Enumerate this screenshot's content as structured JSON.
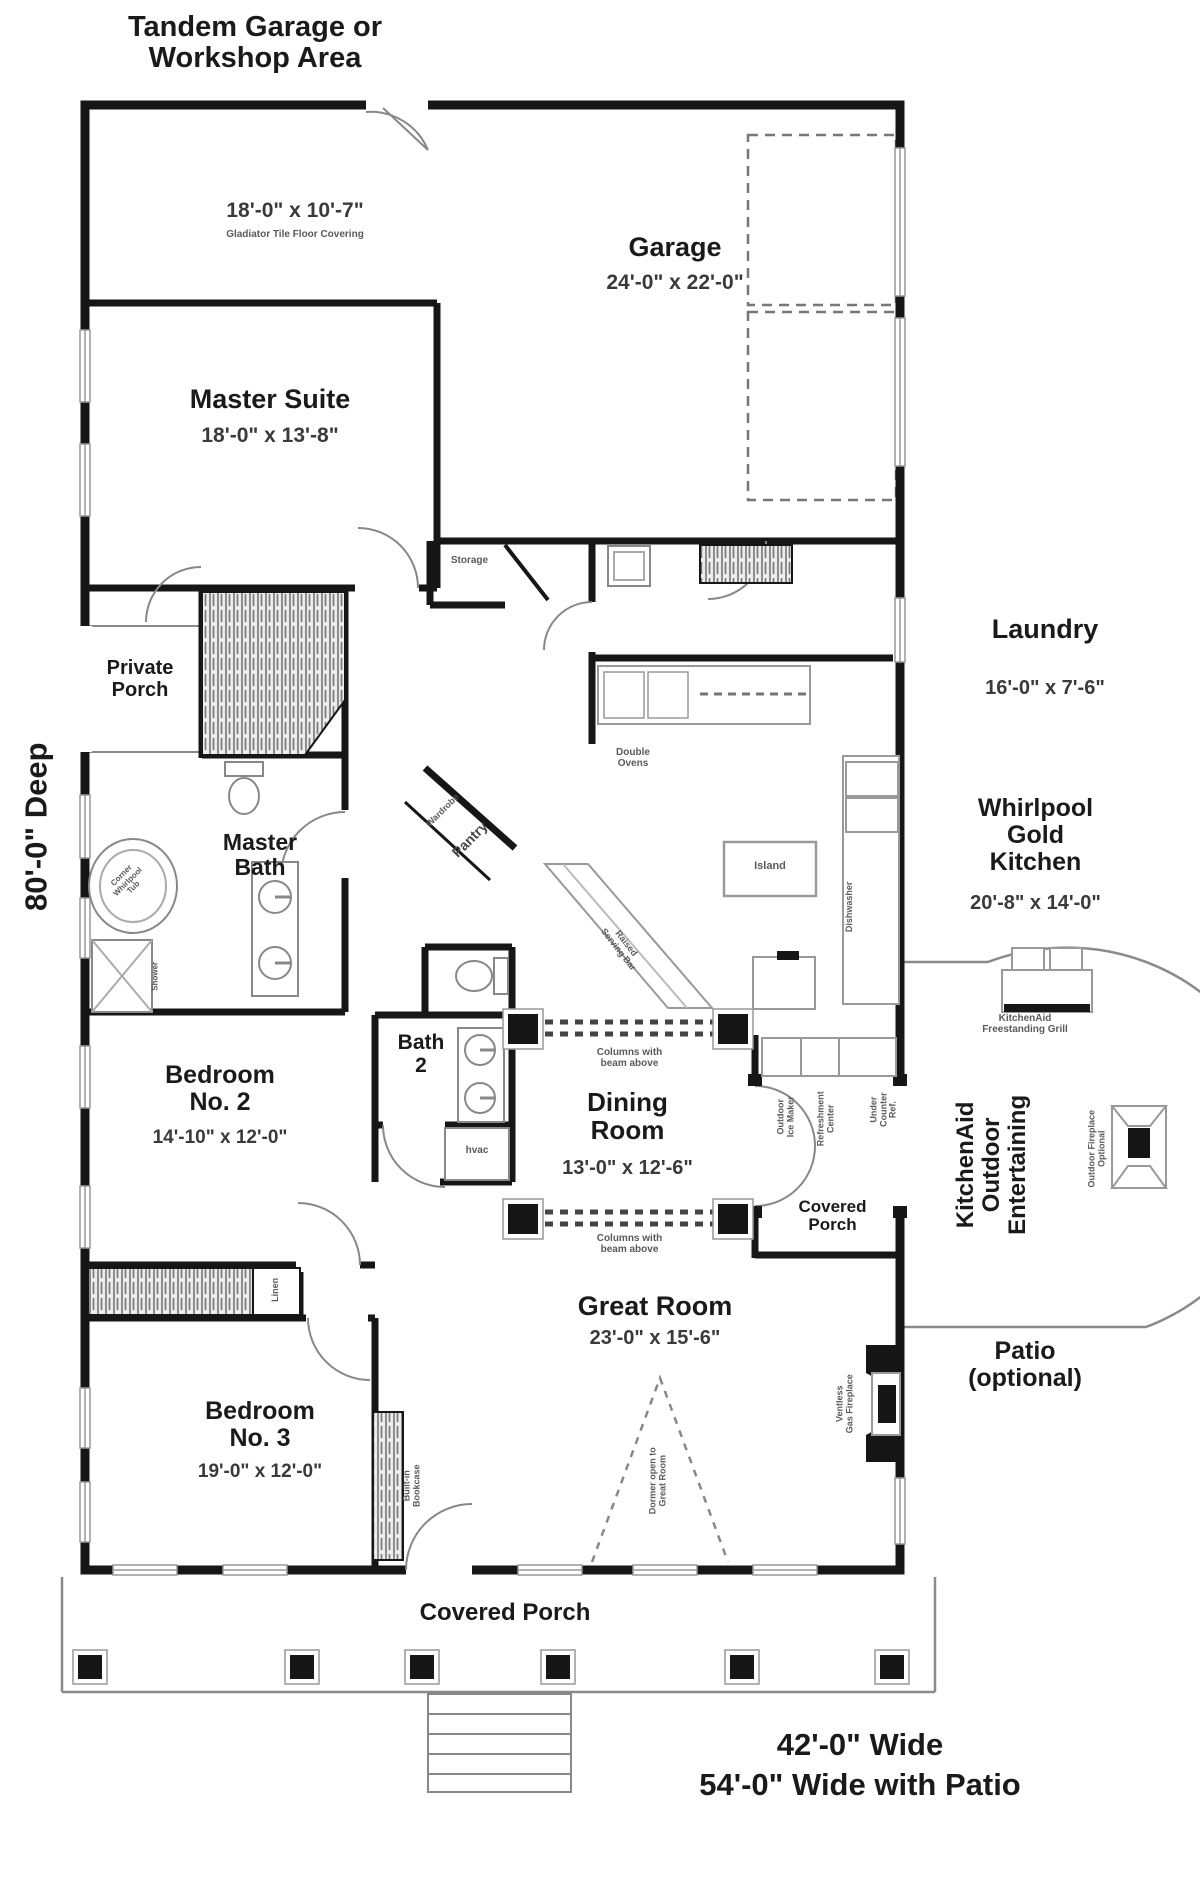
{
  "doc_type": "house floor plan",
  "colors": {
    "wall": "#161616",
    "thin_line": "#8a8a8a",
    "counter_line": "#999999",
    "text": "#1a1a1a",
    "muted_text": "#5a5a5a",
    "background": "#ffffff"
  },
  "labels": {
    "header": "Tandem Garage or\nWorkshop Area",
    "tandem_dims": "18'-0\" x 10'-7\"",
    "tandem_note": "Gladiator Tile Floor Covering",
    "garage_name": "Garage",
    "garage_dims": "24'-0\" x 22'-0\"",
    "master_suite_name": "Master Suite",
    "master_suite_dims": "18'-0\" x 13'-8\"",
    "laundry_name": "Laundry",
    "laundry_dims": "16'-0\" x 7'-6\"",
    "private_porch": "Private\nPorch",
    "storage": "Storage",
    "master_bath": "Master\nBath",
    "wardrobe": "Wardrobe",
    "pantry": "Pantry",
    "double_ovens": "Double\nOvens",
    "island": "Island",
    "dishwasher": "Dishwasher",
    "kitchen_name": "Whirlpool\nGold\nKitchen",
    "kitchen_dims": "20'-8\" x 14'-0\"",
    "raised_bar": "Raised\nServing Bar",
    "columns_top": "Columns with\nbeam above",
    "columns_bottom": "Columns with\nbeam above",
    "bath2": "Bath\n2",
    "hvac": "hvac",
    "bedroom2_name": "Bedroom\nNo. 2",
    "bedroom2_dims": "14'-10\" x 12'-0\"",
    "dining_name": "Dining\nRoom",
    "dining_dims": "13'-0\" x 12'-6\"",
    "ice_maker": "Outdoor\nIce Maker",
    "refreshment": "Refreshment\nCenter",
    "under_counter": "Under\nCounter\nRef.",
    "covered_porch_right": "Covered\nPorch",
    "grill": "KitchenAid\nFreestanding Grill",
    "outdoor_entertaining": "KitchenAid\nOutdoor\nEntertaining",
    "outdoor_fireplace": "Outdoor Fireplace\nOptional",
    "patio": "Patio\n(optional)",
    "great_room_name": "Great Room",
    "great_room_dims": "23'-0\" x 15'-6\"",
    "gas_fireplace": "Ventless\nGas Fireplace",
    "dormer": "Dormer open to\nGreat Room",
    "bookcase": "Built-in\nBookcase",
    "linen": "Linen",
    "shower": "Shower",
    "tub": "Corner\nWhirlpool\nTub",
    "bedroom3_name": "Bedroom\nNo. 3",
    "bedroom3_dims": "19'-0\" x 12'-0\"",
    "covered_porch_bottom": "Covered Porch",
    "deep_dim": "80'-0\" Deep",
    "wide_dim": "42'-0\" Wide",
    "wide_patio_dim": "54'-0\" Wide with Patio"
  }
}
